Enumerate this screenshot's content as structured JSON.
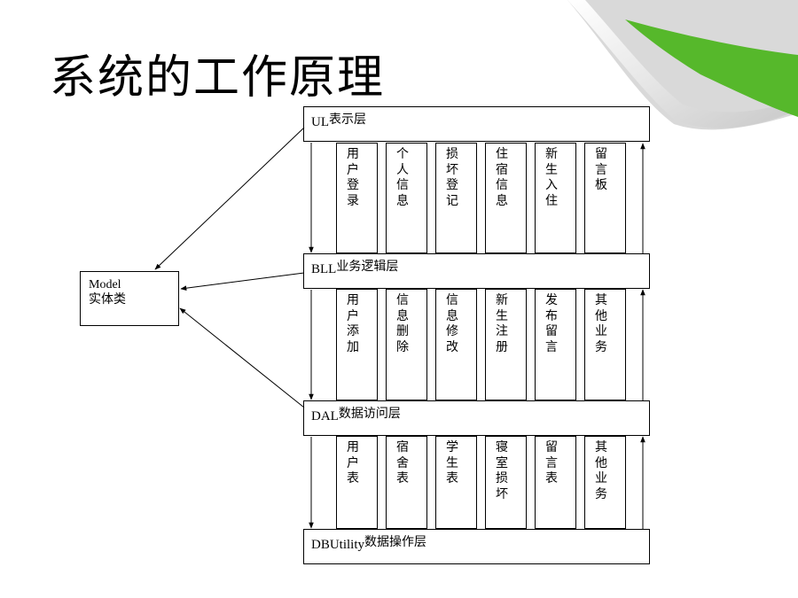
{
  "title": "系统的工作原理",
  "layers": [
    {
      "en": "UL",
      "cn": "表示层"
    },
    {
      "en": "BLL",
      "cn": "业务逻辑层"
    },
    {
      "en": "DAL",
      "cn": "数据访问层"
    },
    {
      "en": "DBUtility",
      "cn": "数据操作层"
    }
  ],
  "module_rows": [
    [
      "用户登录",
      "个人信息",
      "损坏登记",
      "住宿信息",
      "新生入住",
      "留言板"
    ],
    [
      "用户添加",
      "信息删除",
      "信息修改",
      "新生注册",
      "发布留言",
      "其他业务"
    ],
    [
      "用户表",
      "宿舍表",
      "学生表",
      "寝室损坏",
      "留言表",
      "其他业务"
    ]
  ],
  "model": {
    "en": "Model",
    "cn": "实体类"
  },
  "colors": {
    "decoration_green": "#56b82b",
    "line": "#000000"
  }
}
